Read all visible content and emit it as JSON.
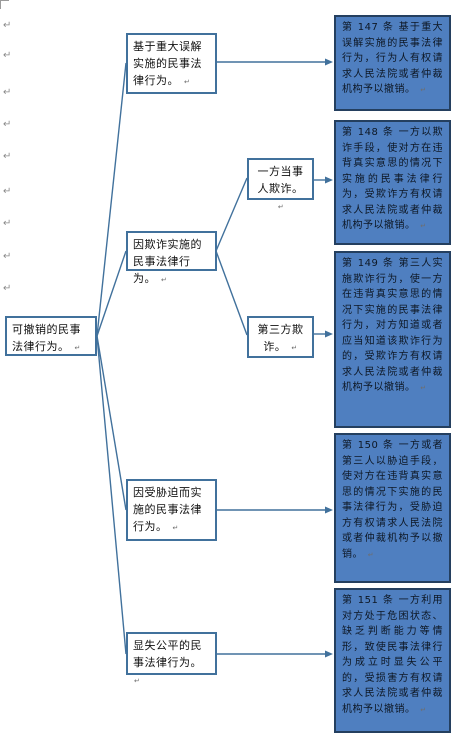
{
  "paragraph_mark": "↵",
  "root": {
    "label": "可撤销的民事法律行为。"
  },
  "categories": [
    {
      "label": "基于重大误解实施的民事法律行为。"
    },
    {
      "label": "因欺诈实施的民事法律行为。"
    },
    {
      "label": "因受胁迫而实施的民事法律行为。"
    },
    {
      "label": "显失公平的民事法律行为。"
    }
  ],
  "subcategories": [
    {
      "label": "一方当事人欺诈。"
    },
    {
      "label": "第三方欺诈。"
    }
  ],
  "articles": [
    {
      "text": "第 147 条 基于重大误解实施的民事法律行为，行为人有权请求人民法院或者仲裁机构予以撤销。"
    },
    {
      "text": "第 148 条 一方以欺诈手段，使对方在违背真实意思的情况下实施的民事法律行为，受欺诈方有权请求人民法院或者仲裁机构予以撤销。"
    },
    {
      "text": "第 149 条 第三人实施欺诈行为，使一方在违背真实意思的情况下实施的民事法律行为，对方知道或者应当知道该欺诈行为的，受欺诈方有权请求人民法院或者仲裁机构予以撤销。"
    },
    {
      "text": "第 150 条 一方或者第三人以胁迫手段，使对方在违背真实意思的情况下实施的民事法律行为，受胁迫方有权请求人民法院或者仲裁机构予以撤销。"
    },
    {
      "text": "第 151 条 一方利用对方处于危困状态、缺乏判断能力等情形，致使民事法律行为成立时显失公平的，受损害方有权请求人民法院或者仲裁机构予以撤销。"
    }
  ],
  "colors": {
    "node_border": "#41719c",
    "article_fill": "#4f7fc0",
    "article_border": "#243f5f",
    "connector": "#41719c"
  }
}
